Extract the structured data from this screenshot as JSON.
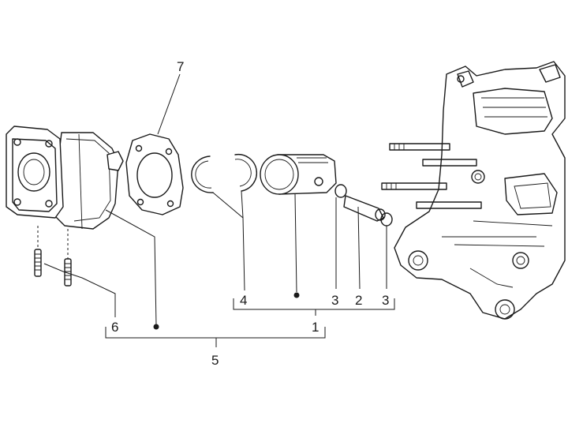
{
  "callouts": {
    "c1": "1",
    "c2": "2",
    "c3a": "3",
    "c3b": "3",
    "c4": "4",
    "c5": "5",
    "c6": "6",
    "c7": "7"
  }
}
